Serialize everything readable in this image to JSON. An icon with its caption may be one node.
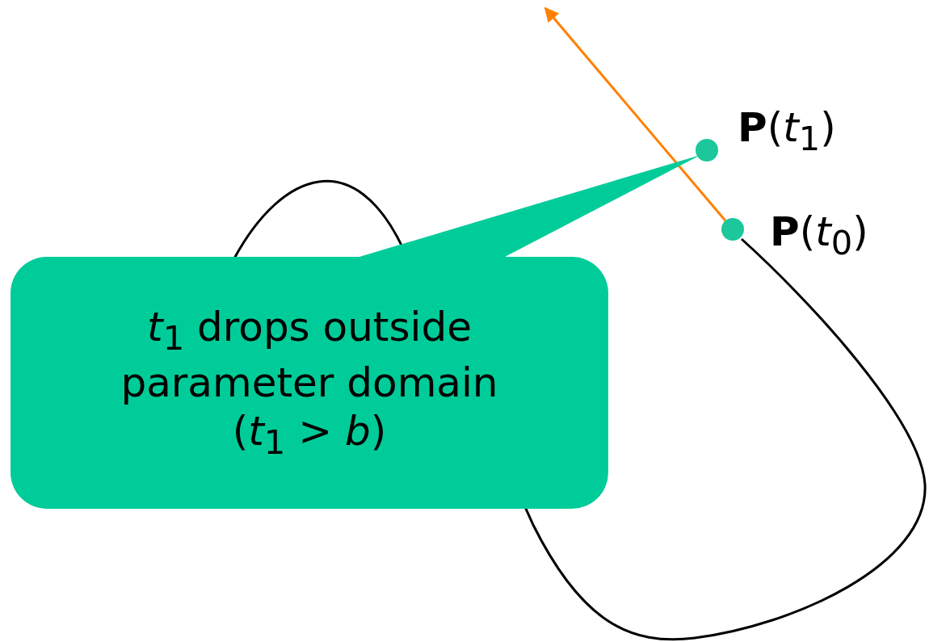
{
  "diagram": {
    "nodes": [
      {
        "text": [],
        "shape": "circle",
        "beside": [
          "**P**(*t*$_{1}$)"
        ]
      },
      {
        "text": [],
        "shape": "circle",
        "beside": [
          "**P**(*t*$_{0}$)"
        ]
      },
      {
        "text": [
          "*t*$_{1}$ drops outside parameter domain (*t*$_{1}$ > *b*)"
        ]
      }
    ],
    "edges": [
      {
        "from": 1,
        "to": null,
        "arrow": "to",
        "color": "#ff8000"
      },
      {
        "from": 2,
        "to": 0,
        "arrow": "none"
      }
    ]
  }
}
